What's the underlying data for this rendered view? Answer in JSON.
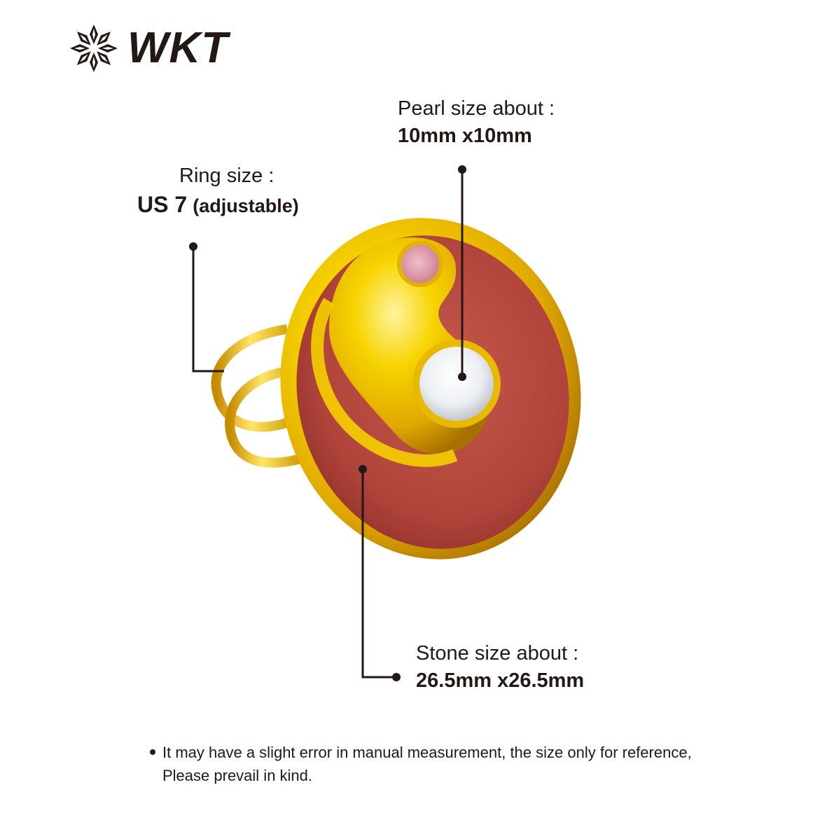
{
  "brand": {
    "name": "WKT",
    "logo_icon": "snowflake-icon"
  },
  "annotations": {
    "ring": {
      "title": "Ring size :",
      "value_main": "US 7",
      "value_note": "(adjustable)"
    },
    "pearl": {
      "title": "Pearl size about :",
      "value": "10mm x10mm"
    },
    "stone": {
      "title": "Stone size about :",
      "value": "26.5mm x26.5mm"
    }
  },
  "note": {
    "line1": "It may have a slight error in manual measurement, the size only for reference,",
    "line2": "Please prevail in kind."
  },
  "colors": {
    "text": "#231815",
    "gold": "#f2c200",
    "stone_red": "#b0443a",
    "pearl": "#eceff2",
    "pink_stone": "#d98aa0"
  }
}
